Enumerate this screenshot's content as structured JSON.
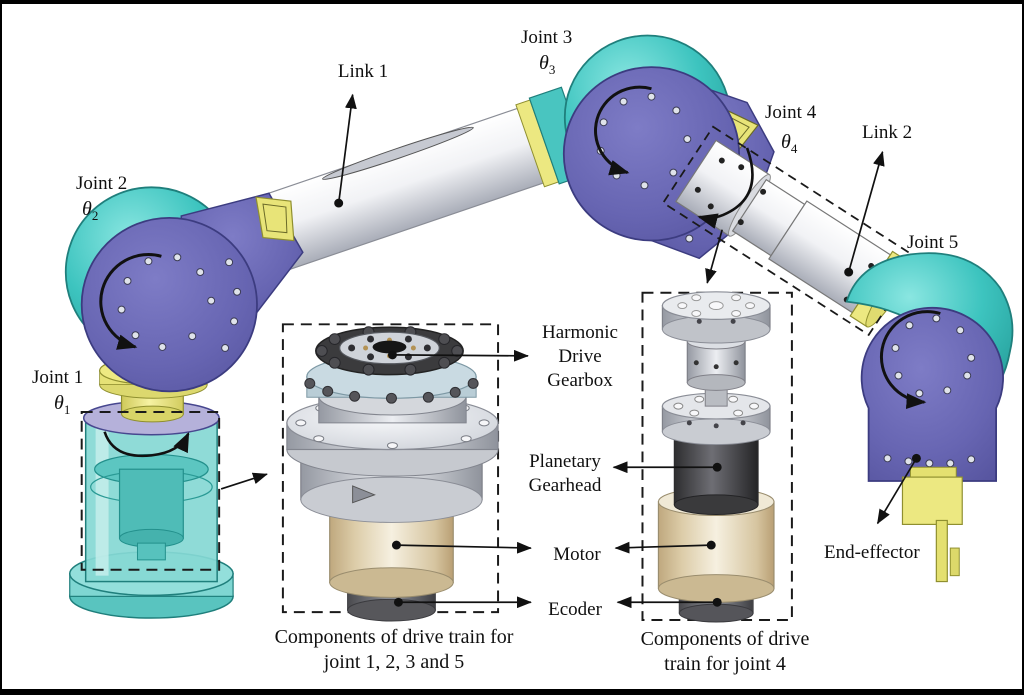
{
  "figure": {
    "kind": "robot-manipulator-diagram",
    "description_colors": {
      "joint_purple": "#6765b2",
      "joint_teal": "#3dc4bf",
      "accent_yellow": "#ece881",
      "base_teal": "#85d8d4",
      "top_disc_lavender": "#b5b1da",
      "motor_cream": "#f6f0e0",
      "gear_dark": "#3b3b3d",
      "link_silver": "#eceef2",
      "line_black": "#111111"
    }
  },
  "labels": {
    "link1": "Link 1",
    "link2": "Link 2",
    "joint1": {
      "name": "Joint 1",
      "theta": "θ",
      "sub": "1"
    },
    "joint2": {
      "name": "Joint 2",
      "theta": "θ",
      "sub": "2"
    },
    "joint3": {
      "name": "Joint 3",
      "theta": "θ",
      "sub": "3"
    },
    "joint4": {
      "name": "Joint 4",
      "theta": "θ",
      "sub": "4"
    },
    "joint5": "Joint 5",
    "end_effector": "End-effector",
    "harmonic_line1": "Harmonic",
    "harmonic_line2": "Drive",
    "harmonic_line3": "Gearbox",
    "planetary_line1": "Planetary",
    "planetary_line2": "Gearhead",
    "motor": "Motor",
    "encoder": "Ecoder",
    "caption_left_line1": "Components of drive train for",
    "caption_left_line2": "joint 1, 2, 3 and 5",
    "caption_right_line1": "Components of drive",
    "caption_right_line2": "train for joint 4"
  }
}
